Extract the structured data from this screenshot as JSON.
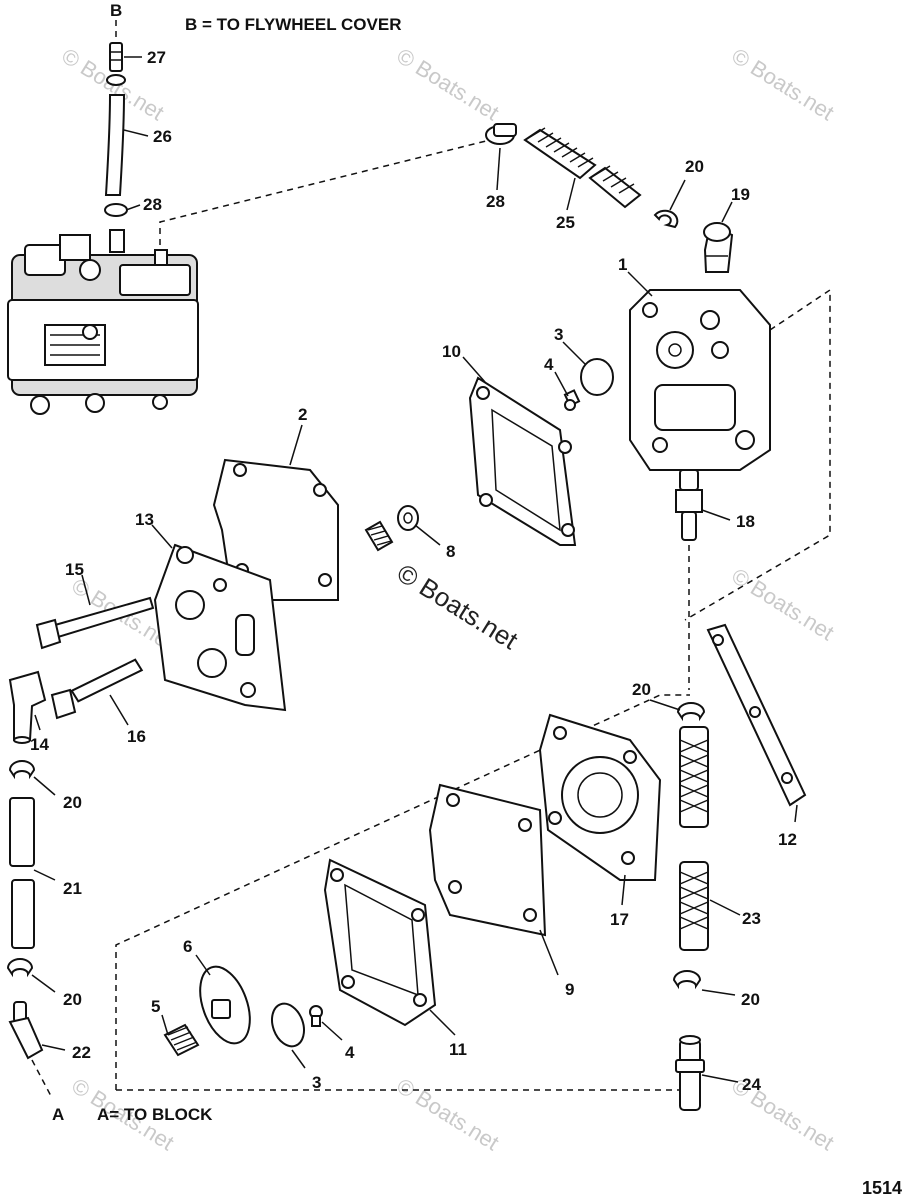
{
  "notes": {
    "b_letter": "B",
    "b_note": "B = TO FLYWHEEL COVER",
    "a_letter": "A",
    "a_note": "A= TO BLOCK"
  },
  "watermarks": {
    "small": "© Boats.net",
    "center": "© Boats.net"
  },
  "page_number": "1514",
  "callouts": [
    "27",
    "26",
    "28",
    "28",
    "25",
    "20",
    "19",
    "1",
    "3",
    "4",
    "10",
    "2",
    "8",
    "18",
    "13",
    "15",
    "14",
    "16",
    "20",
    "21",
    "20",
    "22",
    "6",
    "5",
    "3",
    "4",
    "11",
    "9",
    "17",
    "20",
    "12",
    "23",
    "20",
    "24"
  ]
}
